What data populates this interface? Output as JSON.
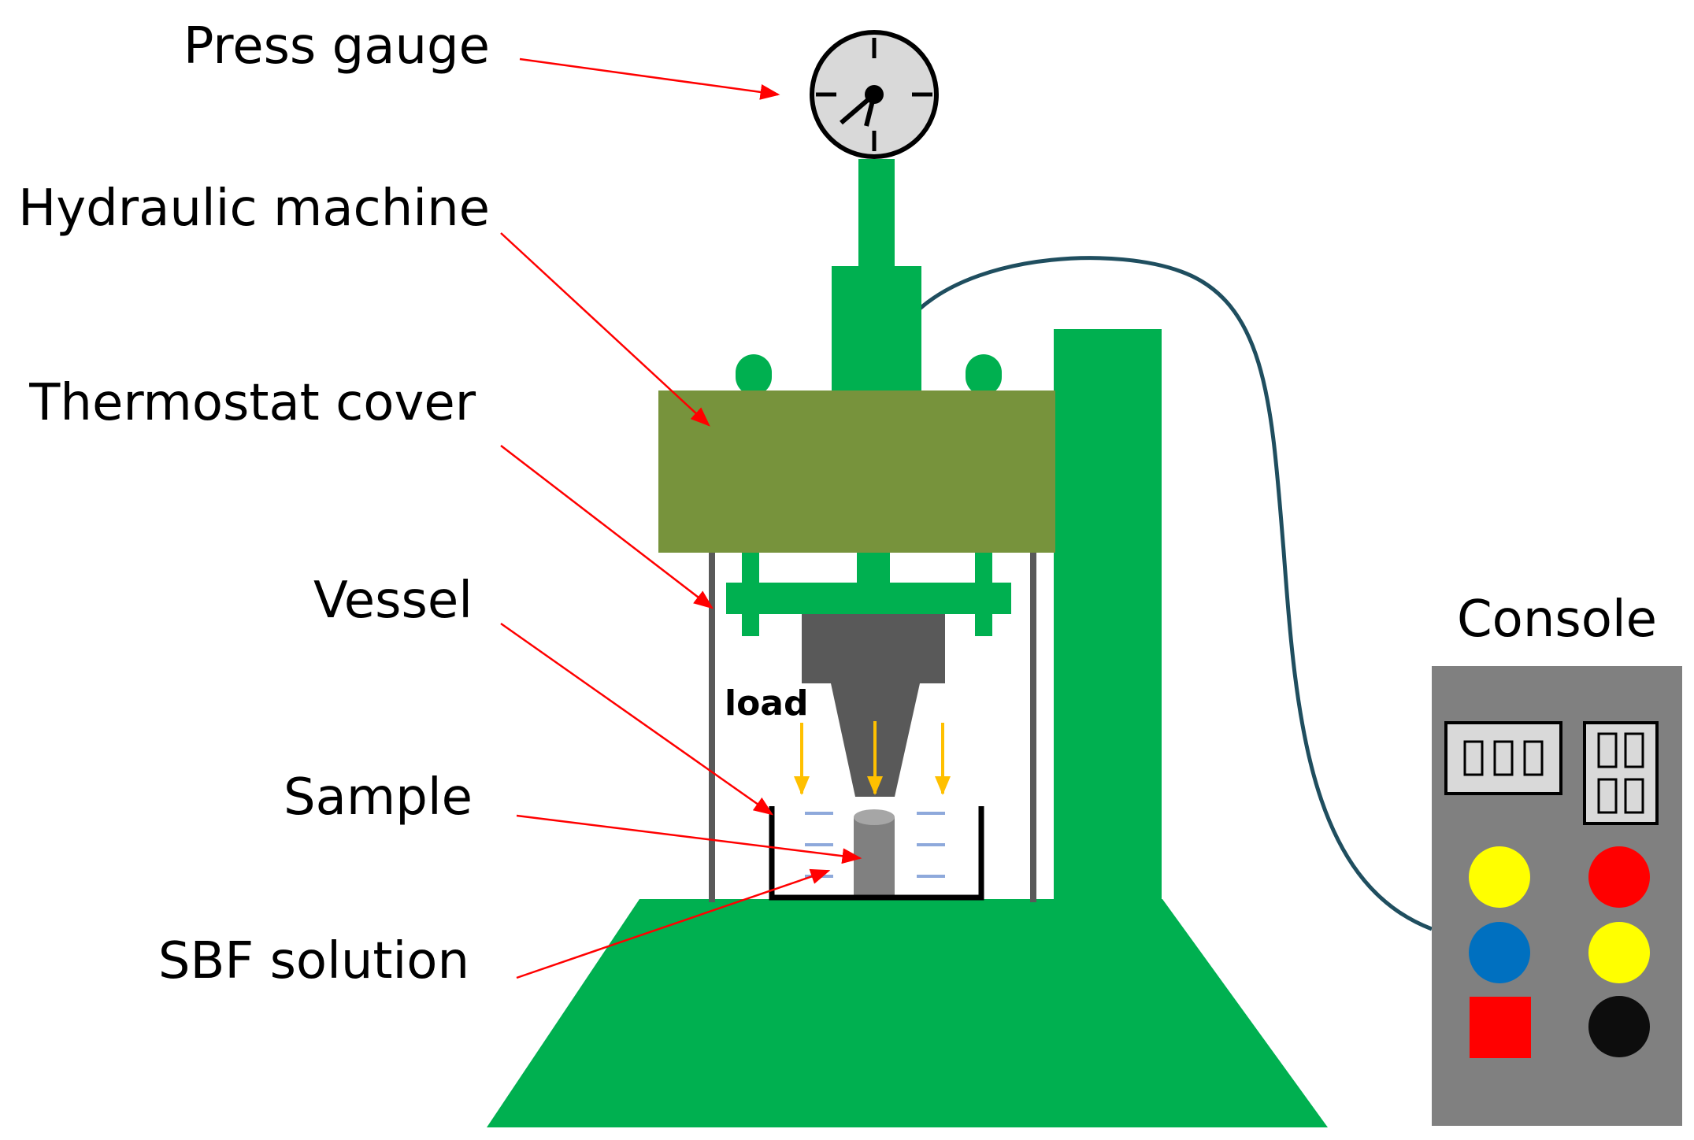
{
  "labels": {
    "press_gauge": "Press gauge",
    "hydraulic_machine": "Hydraulic machine",
    "thermostat_cover": "Thermostat cover",
    "vessel": "Vessel",
    "sample": "Sample",
    "sbf_solution": "SBF solution",
    "load": "load",
    "console": "Console"
  },
  "colors": {
    "machine_green": "#00b050",
    "cover_olive": "#77933c",
    "plunger_dark": "#595959",
    "console_gray": "#808080",
    "pointer_red": "#ff0000",
    "load_arrow_orange": "#ffc000",
    "cable_teal": "#1f4e5f",
    "solution_line_blue": "#8ea9db",
    "button_yellow": "#ffff00",
    "button_red": "#ff0000",
    "button_blue": "#0070c0",
    "button_black": "#0d0d0d"
  },
  "console": {
    "buttons": [
      {
        "shape": "circle",
        "color": "yellow"
      },
      {
        "shape": "circle",
        "color": "red"
      },
      {
        "shape": "circle",
        "color": "blue"
      },
      {
        "shape": "circle",
        "color": "yellow"
      },
      {
        "shape": "square",
        "color": "red"
      },
      {
        "shape": "circle",
        "color": "black"
      }
    ]
  }
}
